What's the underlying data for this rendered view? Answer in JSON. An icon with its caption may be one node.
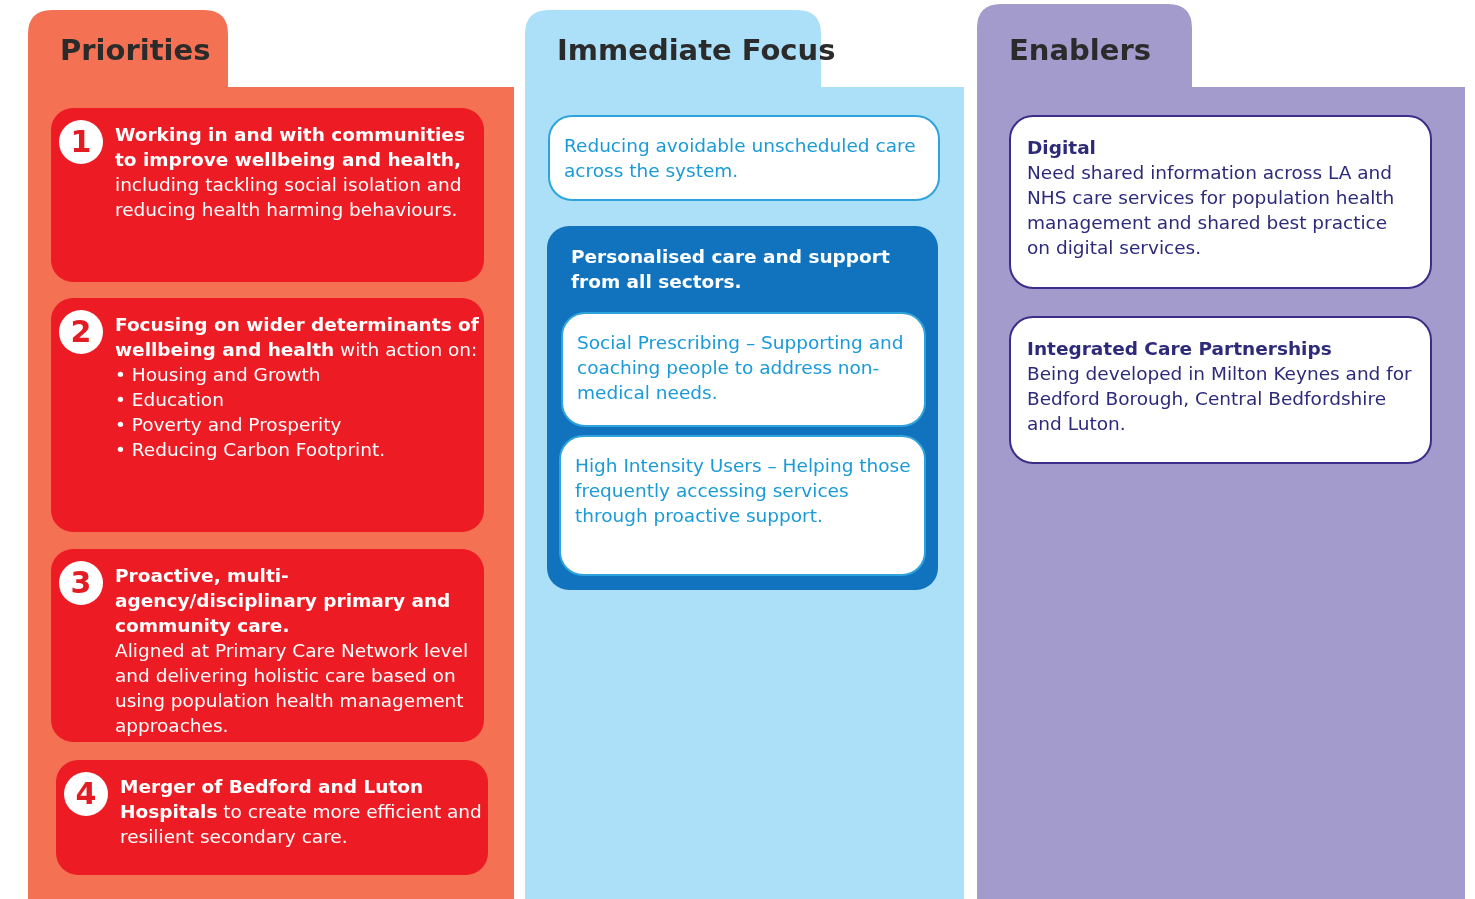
{
  "diagram": {
    "nodes": [
      {
        "text": [
          "Priorities"
        ]
      },
      {
        "text": [
          "1",
          "**Working in and with communities to improve wellbeing and health,** including tackling social isolation and reducing health harming behaviours."
        ],
        "in": 0
      },
      {
        "text": [
          "2",
          "**Focusing on wider determinants of wellbeing and health** with action on:",
          "• Housing and Growth",
          "• Education",
          "• Poverty and Prosperity",
          "• Reducing Carbon Footprint."
        ],
        "in": 0
      },
      {
        "text": [
          "3",
          "Proactive, multi-agency/disciplinary primary and community care.",
          "Aligned at Primary Care Network level and delivering holistic care based on using population health management approaches."
        ],
        "in": 0
      },
      {
        "text": [
          "4",
          "**Merger of Bedford and Luton Hospitals** to create more efficient and resilient secondary care."
        ],
        "in": 0
      },
      {
        "text": [
          "Immediate Focus"
        ]
      },
      {
        "text": [
          "Reducing avoidable unscheduled care across the system."
        ],
        "in": 5
      },
      {
        "text": [
          "Personalised care and support from all sectors."
        ],
        "in": 5
      },
      {
        "text": [
          "Social Prescribing – Supporting and coaching people to address non-medical needs."
        ],
        "in": 7
      },
      {
        "text": [
          "High Intensity Users – Helping those frequently accessing services through proactive support."
        ],
        "in": 7
      },
      {
        "text": [
          "Enablers"
        ]
      },
      {
        "text": [
          "Digital",
          "Need shared information across LA and NHS care services for population health management and shared best practice on digital services."
        ],
        "in": 10
      },
      {
        "text": [
          "Integrated Care Partnerships",
          "Being developed in Milton Keynes and for Bedford Borough, Central Bedfordshire and Luton."
        ],
        "in": 10
      }
    ],
    "edges": []
  }
}
